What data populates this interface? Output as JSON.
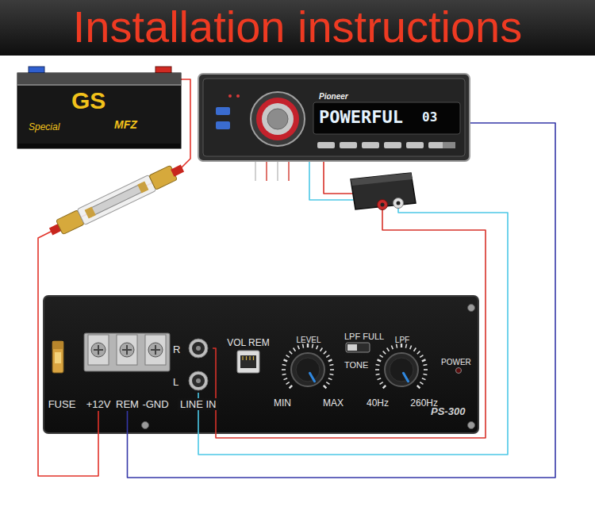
{
  "diagram": {
    "title": "Installation instructions",
    "nodes": [
      {
        "text": [
          "GS",
          "MFZ",
          "Special"
        ]
      },
      {
        "text": [
          "Pioneer",
          "POWERFUL",
          "03"
        ]
      },
      {
        "text": [
          "PS-300"
        ]
      },
      {
        "text": [
          "FUSE"
        ],
        "in": 2
      },
      {
        "text": [
          "+12V"
        ],
        "in": 2
      },
      {
        "text": [
          "REM"
        ],
        "in": 2
      },
      {
        "text": [
          "-GND"
        ],
        "in": 2
      },
      {
        "text": [
          "R"
        ],
        "in": 2
      },
      {
        "text": [
          "L"
        ],
        "in": 2
      },
      {
        "text": [
          "VOL REM"
        ],
        "in": 2
      },
      {
        "text": [
          "LEVEL",
          "MIN",
          "MAX"
        ],
        "in": 2
      },
      {
        "text": [
          "LPF FULL",
          "TONE"
        ],
        "in": 2
      },
      {
        "text": [
          "LPF",
          "40Hz",
          "260Hz"
        ],
        "in": 2
      }
    ],
    "edges": [
      {
        "from": 0,
        "to": 4,
        "arrow": "none"
      },
      {
        "from": 1,
        "to": 7,
        "arrow": "none"
      },
      {
        "from": 1,
        "to": 8,
        "arrow": "none"
      },
      {
        "from": 1,
        "to": 5,
        "arrow": "none"
      }
    ],
    "labels": [
      "LINE IN",
      "POWER"
    ]
  }
}
